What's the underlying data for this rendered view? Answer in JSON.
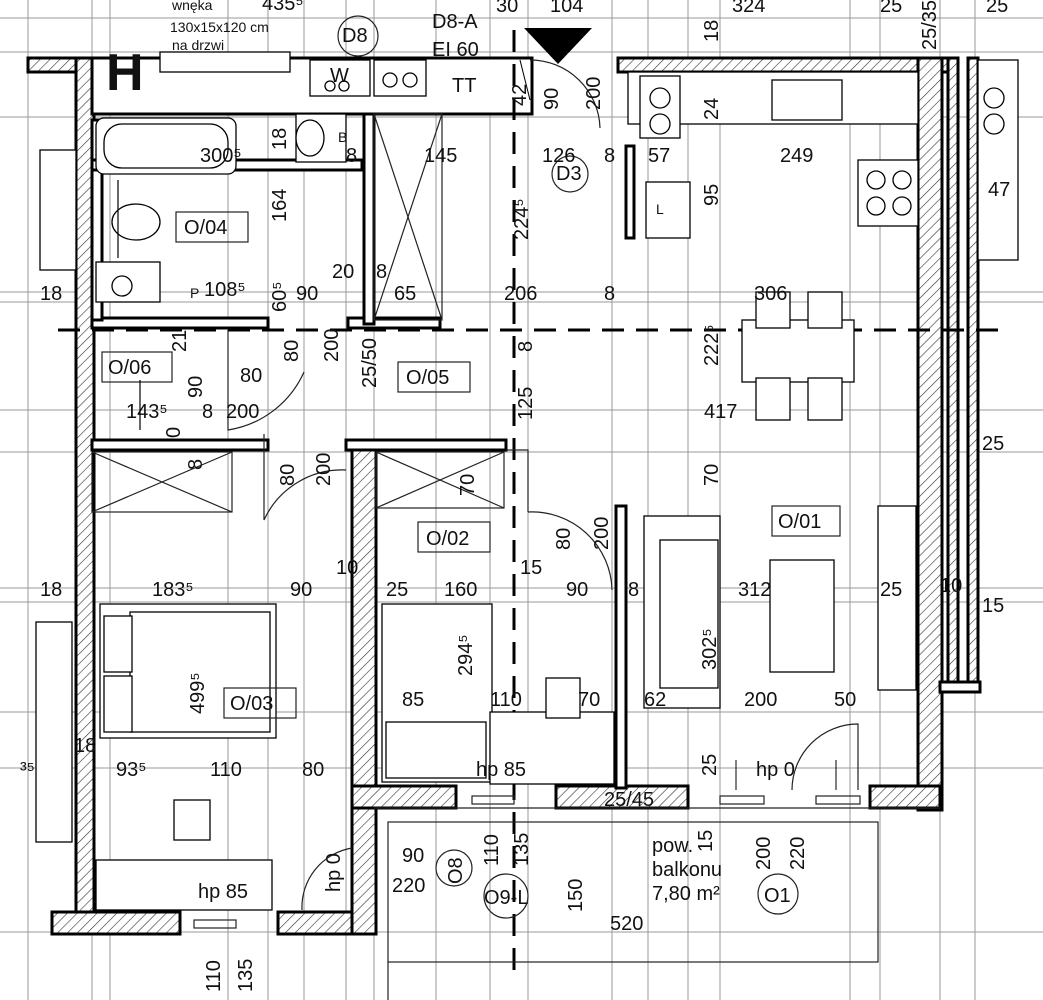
{
  "header": {
    "section_letter": "H",
    "niche_title": "wnęka",
    "niche_size": "130x15x120 cm",
    "niche_note": "na drzwi",
    "door_label_d8": "D8",
    "door_label_d8a": "D8-A",
    "door_rating": "EI 60",
    "tt_label": "TT",
    "w_label": "W",
    "b_label": "B",
    "l_label": "L",
    "p_label": "P",
    "d3_label": "D3"
  },
  "rooms": {
    "o01": "O/01",
    "o02": "O/02",
    "o03": "O/03",
    "o04": "O/04",
    "o05": "O/05",
    "o06": "O/06"
  },
  "balcony": {
    "line1": "pow.",
    "line2": "balkonu",
    "area": "7,80 m²",
    "o1": "O1",
    "o8": "O8",
    "o9": "O9-L"
  },
  "hp_labels": {
    "hp0_left": "hp 0",
    "hp0_right": "hp 0",
    "hp85_bottom": "hp 85",
    "hp85_mid": "hp 85"
  },
  "dimensions": {
    "top_4355": "435⁵",
    "top_30": "30",
    "top_104": "104",
    "top_324": "324",
    "top_25": "25",
    "top_2535": "25/35",
    "top_25b": "25",
    "top_18": "18",
    "top_90": "90",
    "top_200": "200",
    "top_42": "42",
    "top_24": "24",
    "r1_3005": "300⁵",
    "r1_18": "18",
    "r1_8": "8",
    "r1_145": "145",
    "r1_126": "126",
    "r1_8b": "8",
    "r1_57": "57",
    "r1_249": "249",
    "r1_2245": "224⁵",
    "r1_95": "95",
    "r1_47": "47",
    "r1_164": "164",
    "r2_18": "18",
    "r2_1085": "108⁵",
    "r2_605": "60⁵",
    "r2_90": "90",
    "r2_20": "20",
    "r2_8": "8",
    "r2_65": "65",
    "r2_206": "206",
    "r2_8b": "8",
    "r2_306": "306",
    "r3_80": "80",
    "r3_200": "200",
    "r3_2550": "25/50",
    "r3_8": "8",
    "r3_2225": "222⁵",
    "r3_80b": "80",
    "r3_90": "90",
    "r3_21": "21",
    "r4_1435": "143⁵",
    "r4_8": "8",
    "r4_200": "200",
    "r4_125": "125",
    "r4_417": "417",
    "r4_0": "0",
    "r4_25": "25",
    "r5_8": "8",
    "r5_80": "80",
    "r5_200": "200",
    "r5_70": "70",
    "r5_70b": "70",
    "r6_80": "80",
    "r6_200": "200",
    "r6_10": "10",
    "r6_15": "15",
    "r7_18": "18",
    "r7_1835": "183⁵",
    "r7_90": "90",
    "r7_25": "25",
    "r7_160": "160",
    "r7_90b": "90",
    "r7_8": "8",
    "r7_312": "312",
    "r7_25b": "25",
    "r7_10": "10",
    "r7_15": "15",
    "r8_4995": "499⁵",
    "r8_2945": "294⁵",
    "r8_3025": "302⁵",
    "r9_85": "85",
    "r9_110": "110",
    "r9_70": "70",
    "r9_62": "62",
    "r9_200": "200",
    "r9_50": "50",
    "r9_18": "18",
    "r10_35": "³⁵",
    "r10_935": "93⁵",
    "r10_110": "110",
    "r10_80": "80",
    "r10_25": "25",
    "r11_2545": "25/45",
    "b_110": "110",
    "b_135": "135",
    "b_90": "90",
    "b_220": "220",
    "b_15": "15",
    "b_200": "200",
    "b_220b": "220",
    "b_150": "150",
    "b_520": "520",
    "b_110b": "110",
    "b_135b": "135"
  }
}
